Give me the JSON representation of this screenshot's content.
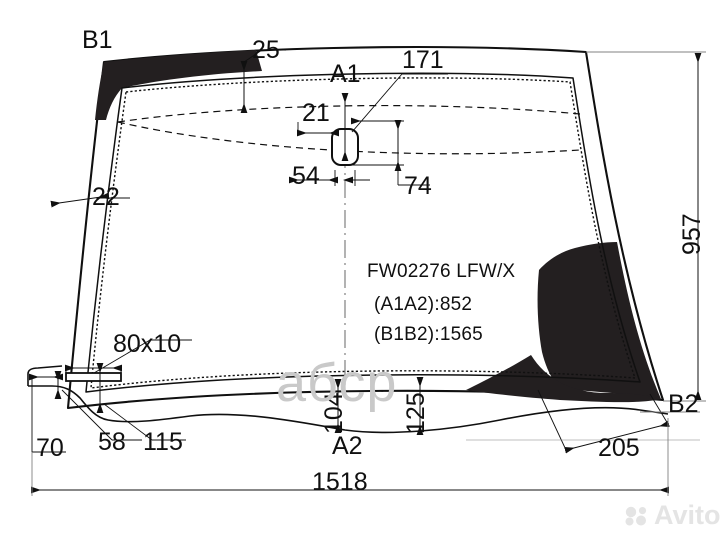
{
  "document": {
    "type": "technical-drawing",
    "subject": "windshield-glass",
    "part_number": "FW02276 LFW/X",
    "chord_a1a2": "(A1A2):852",
    "chord_b1b2": "(B1B2):1565"
  },
  "corner_labels": {
    "top_left": "B1",
    "top_center": "A1",
    "bottom_center": "A2",
    "bottom_right": "B2"
  },
  "dimensions": {
    "top_band": "25",
    "mirror_offset_horizontal": "21",
    "mirror_from_top_edge": "171",
    "mirror_width_offset": "54",
    "mirror_depth": "74",
    "left_band": "22",
    "overall_height": "957",
    "slot_size": "80x10",
    "slot_left_offset": "70",
    "slot_inner": "58",
    "slot_drop": "115",
    "notch_left_depth": "104",
    "notch_right_depth": "125",
    "bottom_right_span": "205",
    "overall_width": "1518"
  },
  "watermarks": {
    "center": "абср",
    "corner": "Avito"
  },
  "colors": {
    "line": "#101010",
    "frit": "#231f20",
    "watermark_center": "#c9c9c9",
    "watermark_corner": "#e4e4e4",
    "dimension_line": "#404040"
  }
}
